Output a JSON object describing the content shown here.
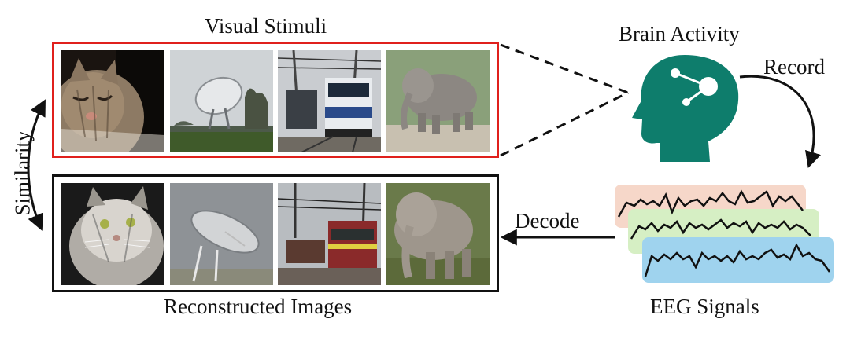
{
  "labels": {
    "visual_stimuli": "Visual Stimuli",
    "reconstructed_images": "Reconstructed Images",
    "brain_activity": "Brain Activity",
    "record": "Record",
    "eeg_signals": "EEG Signals",
    "decode": "Decode",
    "similarity": "Similarity"
  },
  "colors": {
    "stimuli_frame": "#e0201c",
    "reconstruction_frame": "#111111",
    "head": "#0e7d6c",
    "eeg_band_1": "#f6d7c9",
    "eeg_band_2": "#d6efc4",
    "eeg_band_3": "#9fd3ee"
  },
  "stimuli": [
    "cat",
    "radio-telescope",
    "train",
    "elephant"
  ],
  "reconstructions": [
    "cat",
    "satellite-dish",
    "train",
    "elephant"
  ]
}
